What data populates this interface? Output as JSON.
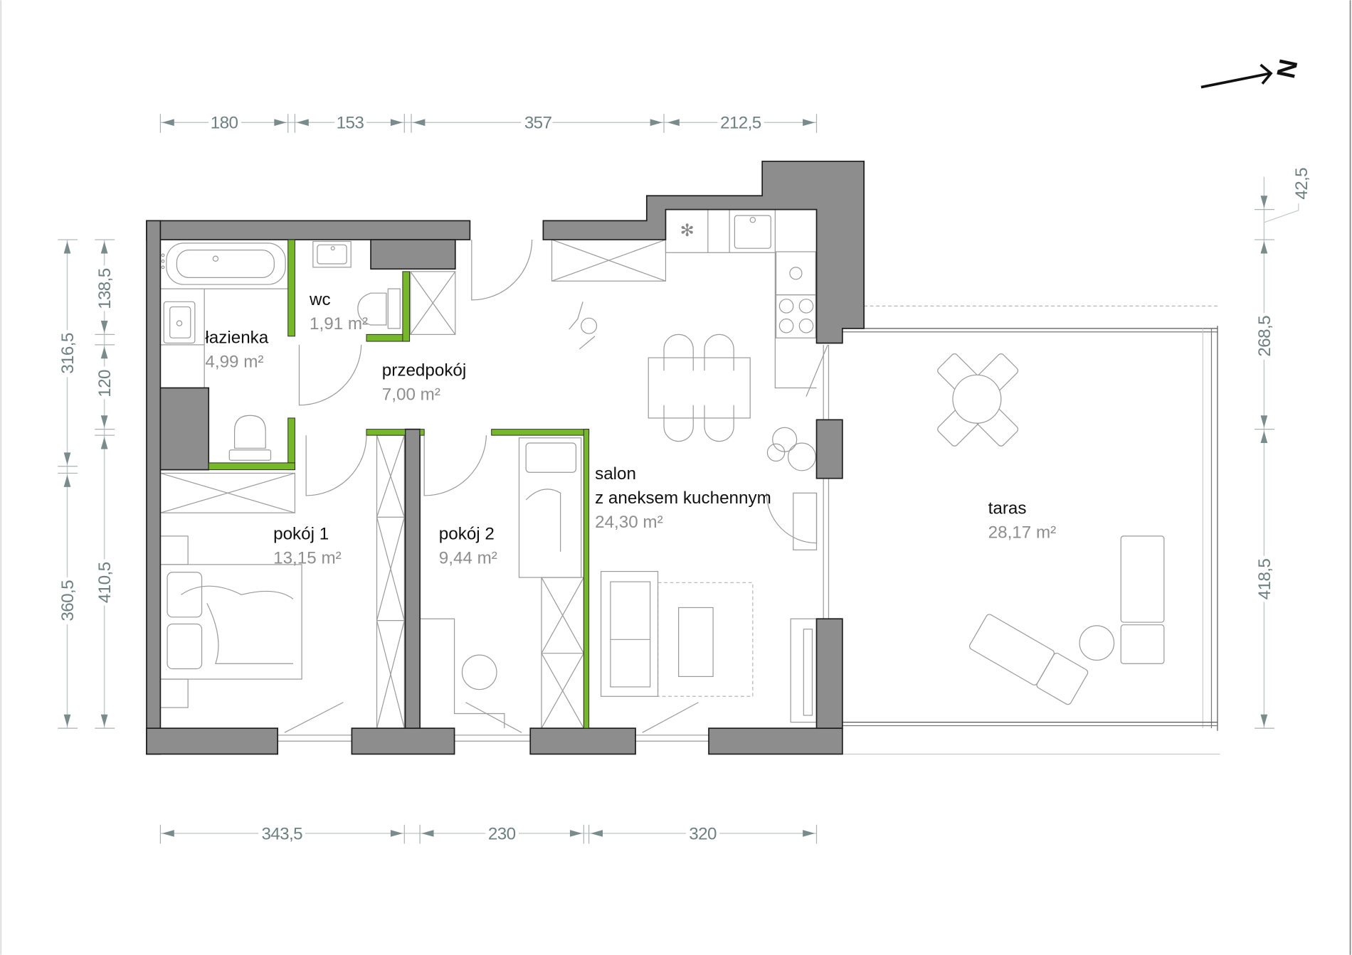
{
  "compass": {
    "label": "N"
  },
  "rooms": {
    "lazienka": {
      "name": "łazienka",
      "area": "4,99 m²"
    },
    "wc": {
      "name": "wc",
      "area": "1,91 m²"
    },
    "przedpokoj": {
      "name": "przedpokój",
      "area": "7,00 m²"
    },
    "pokoj1": {
      "name": "pokój 1",
      "area": "13,15 m²"
    },
    "pokoj2": {
      "name": "pokój 2",
      "area": "9,44 m²"
    },
    "salon": {
      "name_line1": "salon",
      "name_line2": "z aneksem kuchennym",
      "area": "24,30 m²"
    },
    "taras": {
      "name": "taras",
      "area": "28,17 m²"
    }
  },
  "dimensions": {
    "top": [
      "180",
      "153",
      "357",
      "212,5"
    ],
    "bottom": [
      "343,5",
      "230",
      "320"
    ],
    "left_outer": [
      "316,5",
      "360,5"
    ],
    "left_inner": [
      "138,5",
      "120",
      "410,5"
    ],
    "right": [
      "42,5",
      "268,5",
      "418,5"
    ]
  },
  "colors": {
    "wall": "#8d8d8d",
    "accent_wall": "#76b82a",
    "dimension": "#6f8081"
  }
}
